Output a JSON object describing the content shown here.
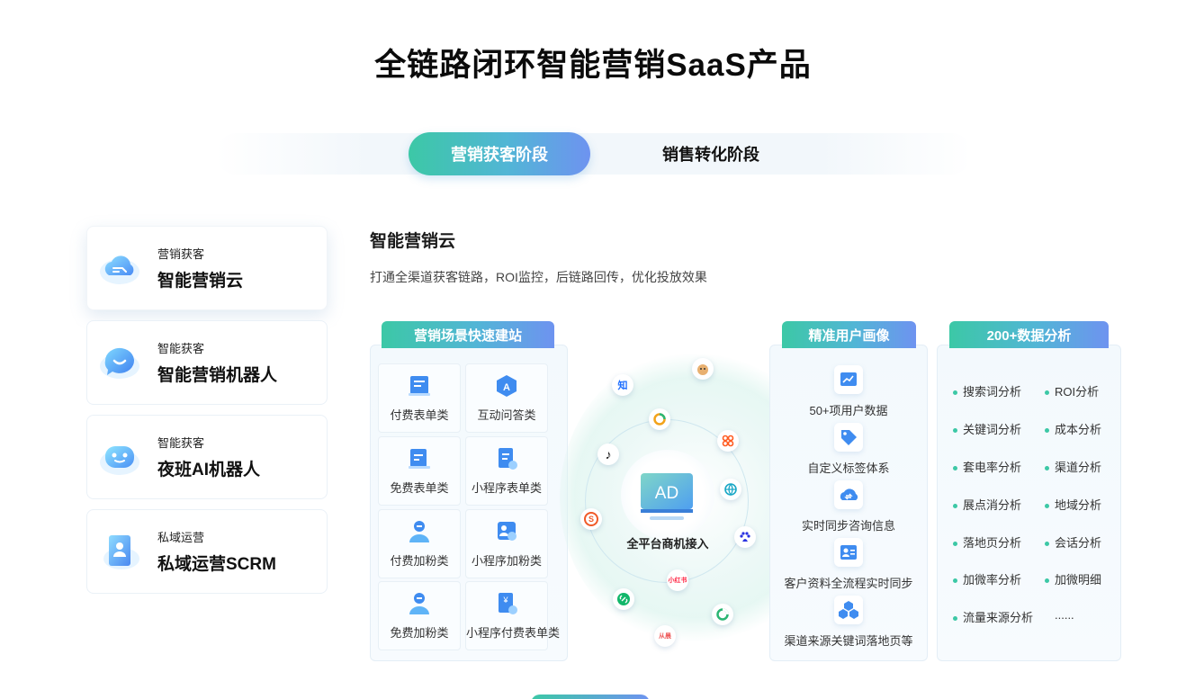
{
  "page": {
    "title": "全链路闭环智能营销SaaS产品"
  },
  "tabs": [
    {
      "label": "营销获客阶段",
      "active": true
    },
    {
      "label": "销售转化阶段",
      "active": false
    }
  ],
  "products": [
    {
      "category": "营销获客",
      "name": "智能营销云",
      "icon": "cloud-icon",
      "active": true
    },
    {
      "category": "智能获客",
      "name": "智能营销机器人",
      "icon": "chat-bubble-icon",
      "active": false
    },
    {
      "category": "智能获客",
      "name": "夜班AI机器人",
      "icon": "robot-icon",
      "active": false
    },
    {
      "category": "私域运营",
      "name": "私域运营SCRM",
      "icon": "contact-card-icon",
      "active": false
    }
  ],
  "detail": {
    "title": "智能营销云",
    "description": "打通全渠道获客链路，ROI监控，后链路回传，优化投放效果"
  },
  "site_builder": {
    "header": "营销场景快速建站",
    "tiles": [
      {
        "label": "付费表单类",
        "icon": "form-icon"
      },
      {
        "label": "互动问答类",
        "icon": "qa-icon"
      },
      {
        "label": "免费表单类",
        "icon": "form-list-icon"
      },
      {
        "label": "小程序表单类",
        "icon": "mini-form-icon"
      },
      {
        "label": "付费加粉类",
        "icon": "user-add-icon"
      },
      {
        "label": "小程序加粉类",
        "icon": "mini-user-icon"
      },
      {
        "label": "免费加粉类",
        "icon": "user-plus-icon"
      },
      {
        "label": "小程序付费表单类",
        "icon": "mini-pay-form-icon"
      }
    ]
  },
  "hub": {
    "center_text": "AD",
    "label": "全平台商机接入",
    "platforms": [
      {
        "glyph": "知",
        "icon": "zhihu-icon",
        "color": "#1e6fff"
      },
      {
        "glyph": "",
        "icon": "mascot-icon",
        "color": "#e0a050"
      },
      {
        "glyph": "",
        "icon": "ring-logo-icon",
        "color": "#f2a31a"
      },
      {
        "glyph": "♪",
        "icon": "douyin-icon",
        "color": "#111111"
      },
      {
        "glyph": "",
        "icon": "weibo-like-icon",
        "color": "#ff5a1f"
      },
      {
        "glyph": "",
        "icon": "globe-icon",
        "color": "#1aa7c6"
      },
      {
        "glyph": "S",
        "icon": "sogou-icon",
        "color": "#f05a28"
      },
      {
        "glyph": "",
        "icon": "baidu-icon",
        "color": "#2932e1"
      },
      {
        "glyph": "小红书",
        "icon": "xiaohongshu-icon",
        "color": "#ff2442"
      },
      {
        "glyph": "",
        "icon": "link-icon",
        "color": "#12b76a"
      },
      {
        "glyph": "",
        "icon": "360-icon",
        "color": "#2bb673"
      },
      {
        "glyph": "从晨",
        "icon": "brand-icon",
        "color": "#ee5a5a"
      }
    ]
  },
  "persona": {
    "header": "精准用户画像",
    "items": [
      {
        "label": "50+项用户数据",
        "icon": "data-chart-icon"
      },
      {
        "label": "自定义标签体系",
        "icon": "tag-icon"
      },
      {
        "label": "实时同步咨询信息",
        "icon": "cloud-sync-icon"
      },
      {
        "label": "客户资料全流程实时同步",
        "icon": "profile-card-icon"
      },
      {
        "label": "渠道来源关键词落地页等",
        "icon": "cubes-icon"
      }
    ]
  },
  "analytics": {
    "header": "200+数据分析",
    "left": [
      "搜索词分析",
      "关键词分析",
      "套电率分析",
      "展点消分析",
      "落地页分析",
      "加微率分析",
      "流量来源分析"
    ],
    "right": [
      "ROI分析",
      "成本分析",
      "渠道分析",
      "地域分析",
      "会话分析",
      "加微明细",
      "......"
    ]
  },
  "colors": {
    "accent_start": "#3cc8a6",
    "accent_mid": "#52b5d6",
    "accent_end": "#6e93f0"
  }
}
